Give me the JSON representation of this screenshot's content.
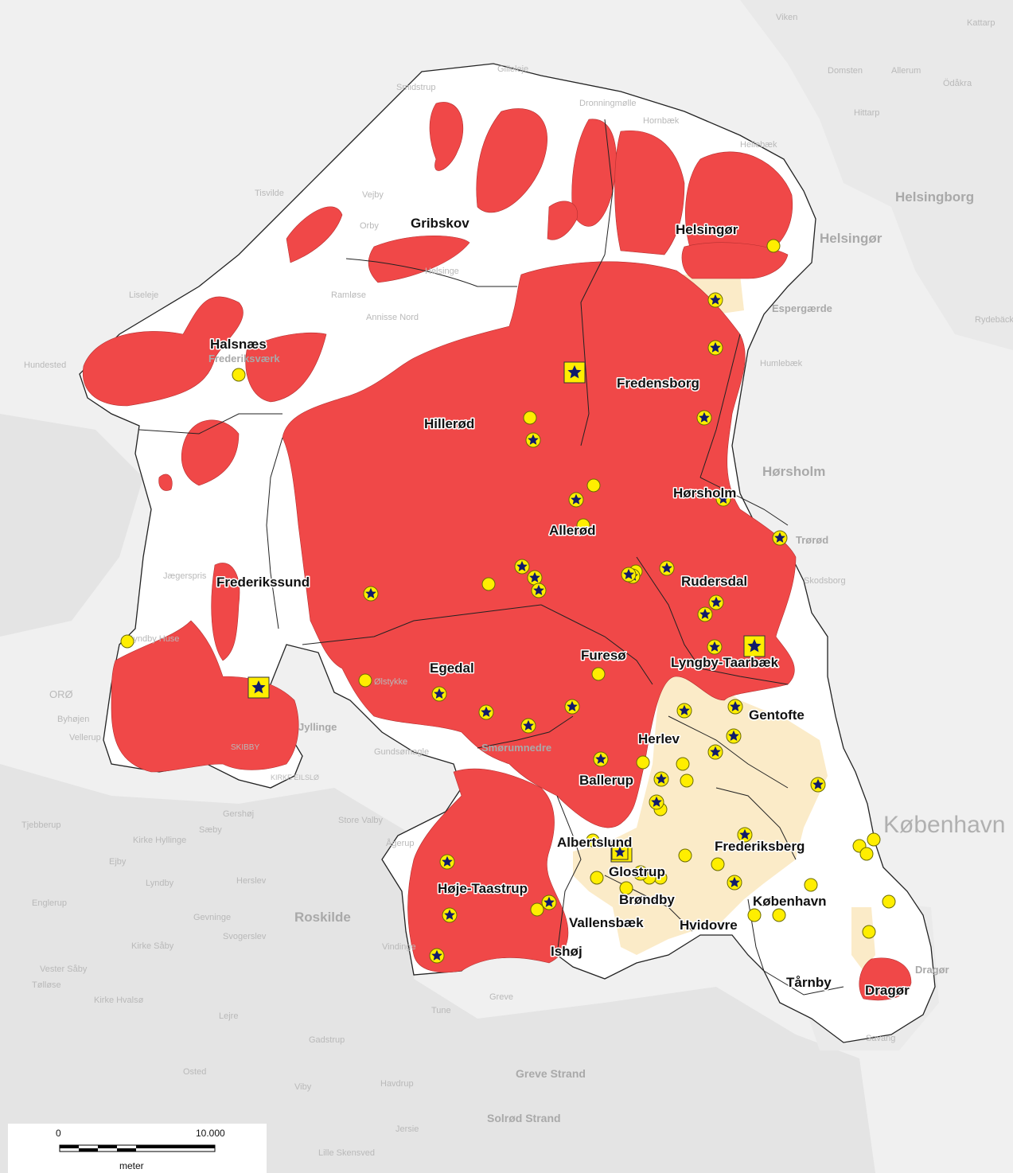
{
  "municipalities": [
    {
      "name": "Gribskov"
    },
    {
      "name": "Helsingør"
    },
    {
      "name": "Halsnæs"
    },
    {
      "name": "Fredensborg"
    },
    {
      "name": "Hillerød"
    },
    {
      "name": "Hørsholm"
    },
    {
      "name": "Allerød"
    },
    {
      "name": "Frederikssund"
    },
    {
      "name": "Rudersdal"
    },
    {
      "name": "Furesø"
    },
    {
      "name": "Lyngby-Taarbæk"
    },
    {
      "name": "Egedal"
    },
    {
      "name": "Gentofte"
    },
    {
      "name": "Herlev"
    },
    {
      "name": "Ballerup"
    },
    {
      "name": "Albertslund"
    },
    {
      "name": "Frederiksberg"
    },
    {
      "name": "Glostrup"
    },
    {
      "name": "Høje-Taastrup"
    },
    {
      "name": "Brøndby"
    },
    {
      "name": "København"
    },
    {
      "name": "Vallensbæk"
    },
    {
      "name": "Hvidovre"
    },
    {
      "name": "Ishøj"
    },
    {
      "name": "Tårnby"
    },
    {
      "name": "Dragør"
    }
  ],
  "basemap_places": [
    {
      "name": "Viken",
      "size": "small"
    },
    {
      "name": "Kattarp",
      "size": "small"
    },
    {
      "name": "Gilleleje",
      "size": "small"
    },
    {
      "name": "Smidstrup",
      "size": "small"
    },
    {
      "name": "Dronningmølle",
      "size": "small"
    },
    {
      "name": "Hornbæk",
      "size": "small"
    },
    {
      "name": "Hellebæk",
      "size": "small"
    },
    {
      "name": "Domsten",
      "size": "small"
    },
    {
      "name": "Allerum",
      "size": "small"
    },
    {
      "name": "Ödåkra",
      "size": "small"
    },
    {
      "name": "Hittarp",
      "size": "small"
    },
    {
      "name": "Helsingborg",
      "size": "large"
    },
    {
      "name": "Helsingør",
      "size": "large"
    },
    {
      "name": "Tisvilde",
      "size": "small"
    },
    {
      "name": "Vejby",
      "size": "small"
    },
    {
      "name": "Orby",
      "size": "small"
    },
    {
      "name": "Helsinge",
      "size": "small"
    },
    {
      "name": "Ramløse",
      "size": "small"
    },
    {
      "name": "Liseleje",
      "size": "small"
    },
    {
      "name": "Annisse Nord",
      "size": "small"
    },
    {
      "name": "Espergærde",
      "size": "large"
    },
    {
      "name": "Rydebäck",
      "size": "small"
    },
    {
      "name": "Hundested",
      "size": "small"
    },
    {
      "name": "Frederiksværk",
      "size": "large"
    },
    {
      "name": "Humlebæk",
      "size": "small"
    },
    {
      "name": "Hørsholm",
      "size": "large"
    },
    {
      "name": "Trørød",
      "size": "large"
    },
    {
      "name": "Skodsborg",
      "size": "small"
    },
    {
      "name": "Jægerspris",
      "size": "small"
    },
    {
      "name": "ORØ",
      "size": "small"
    },
    {
      "name": "Byhøjen",
      "size": "small"
    },
    {
      "name": "Vellerup",
      "size": "small"
    },
    {
      "name": "Kyndby Huse",
      "size": "small"
    },
    {
      "name": "Gershøj",
      "size": "small"
    },
    {
      "name": "Tjebberup",
      "size": "small"
    },
    {
      "name": "Kirke Hyllinge",
      "size": "small"
    },
    {
      "name": "Sæby",
      "size": "small"
    },
    {
      "name": "Ejby",
      "size": "small"
    },
    {
      "name": "Lyndby",
      "size": "small"
    },
    {
      "name": "Herslev",
      "size": "small"
    },
    {
      "name": "Englerup",
      "size": "small"
    },
    {
      "name": "Gevninge",
      "size": "small"
    },
    {
      "name": "Svogerslev",
      "size": "small"
    },
    {
      "name": "Roskilde",
      "size": "large"
    },
    {
      "name": "Kirke Såby",
      "size": "small"
    },
    {
      "name": "Vester Såby",
      "size": "small"
    },
    {
      "name": "Tølløse",
      "size": "small"
    },
    {
      "name": "Kirke Hvalsø",
      "size": "small"
    },
    {
      "name": "Lejre",
      "size": "small"
    },
    {
      "name": "Gadstrup",
      "size": "small"
    },
    {
      "name": "Osted",
      "size": "small"
    },
    {
      "name": "Viby",
      "size": "small"
    },
    {
      "name": "Havdrup",
      "size": "small"
    },
    {
      "name": "Greve Strand",
      "size": "large"
    },
    {
      "name": "Solrød Strand",
      "size": "large"
    },
    {
      "name": "Lille Skensved",
      "size": "small"
    },
    {
      "name": "Jersie",
      "size": "small"
    },
    {
      "name": "Tune",
      "size": "small"
    },
    {
      "name": "Greve",
      "size": "small"
    },
    {
      "name": "Vindinge",
      "size": "small"
    },
    {
      "name": "Ølstykke",
      "size": "small"
    },
    {
      "name": "Smørumnedre",
      "size": "large"
    },
    {
      "name": "Gundsømagle",
      "size": "small"
    },
    {
      "name": "Store Valby",
      "size": "small"
    },
    {
      "name": "Ågerup",
      "size": "small"
    },
    {
      "name": "Jyllinge",
      "size": "large"
    },
    {
      "name": "SKIBBY",
      "size": "small"
    },
    {
      "name": "KIRKE EILSLØ",
      "size": "small"
    },
    {
      "name": "Savang",
      "size": "small"
    },
    {
      "name": "Dragør",
      "size": "large"
    },
    {
      "name": "København",
      "size": "xl"
    }
  ],
  "layers": {
    "red_zone_color": "#f04848",
    "beige_zone_color": "#fbebc8",
    "marker_circle_color": "#ffee00",
    "marker_star_color": "#101b6b"
  },
  "markers": {
    "circles": 30,
    "starred_circles": 37,
    "starred_squares": 5
  },
  "scale_bar": {
    "start_label": "0",
    "end_label": "10.000",
    "unit": "meter"
  }
}
